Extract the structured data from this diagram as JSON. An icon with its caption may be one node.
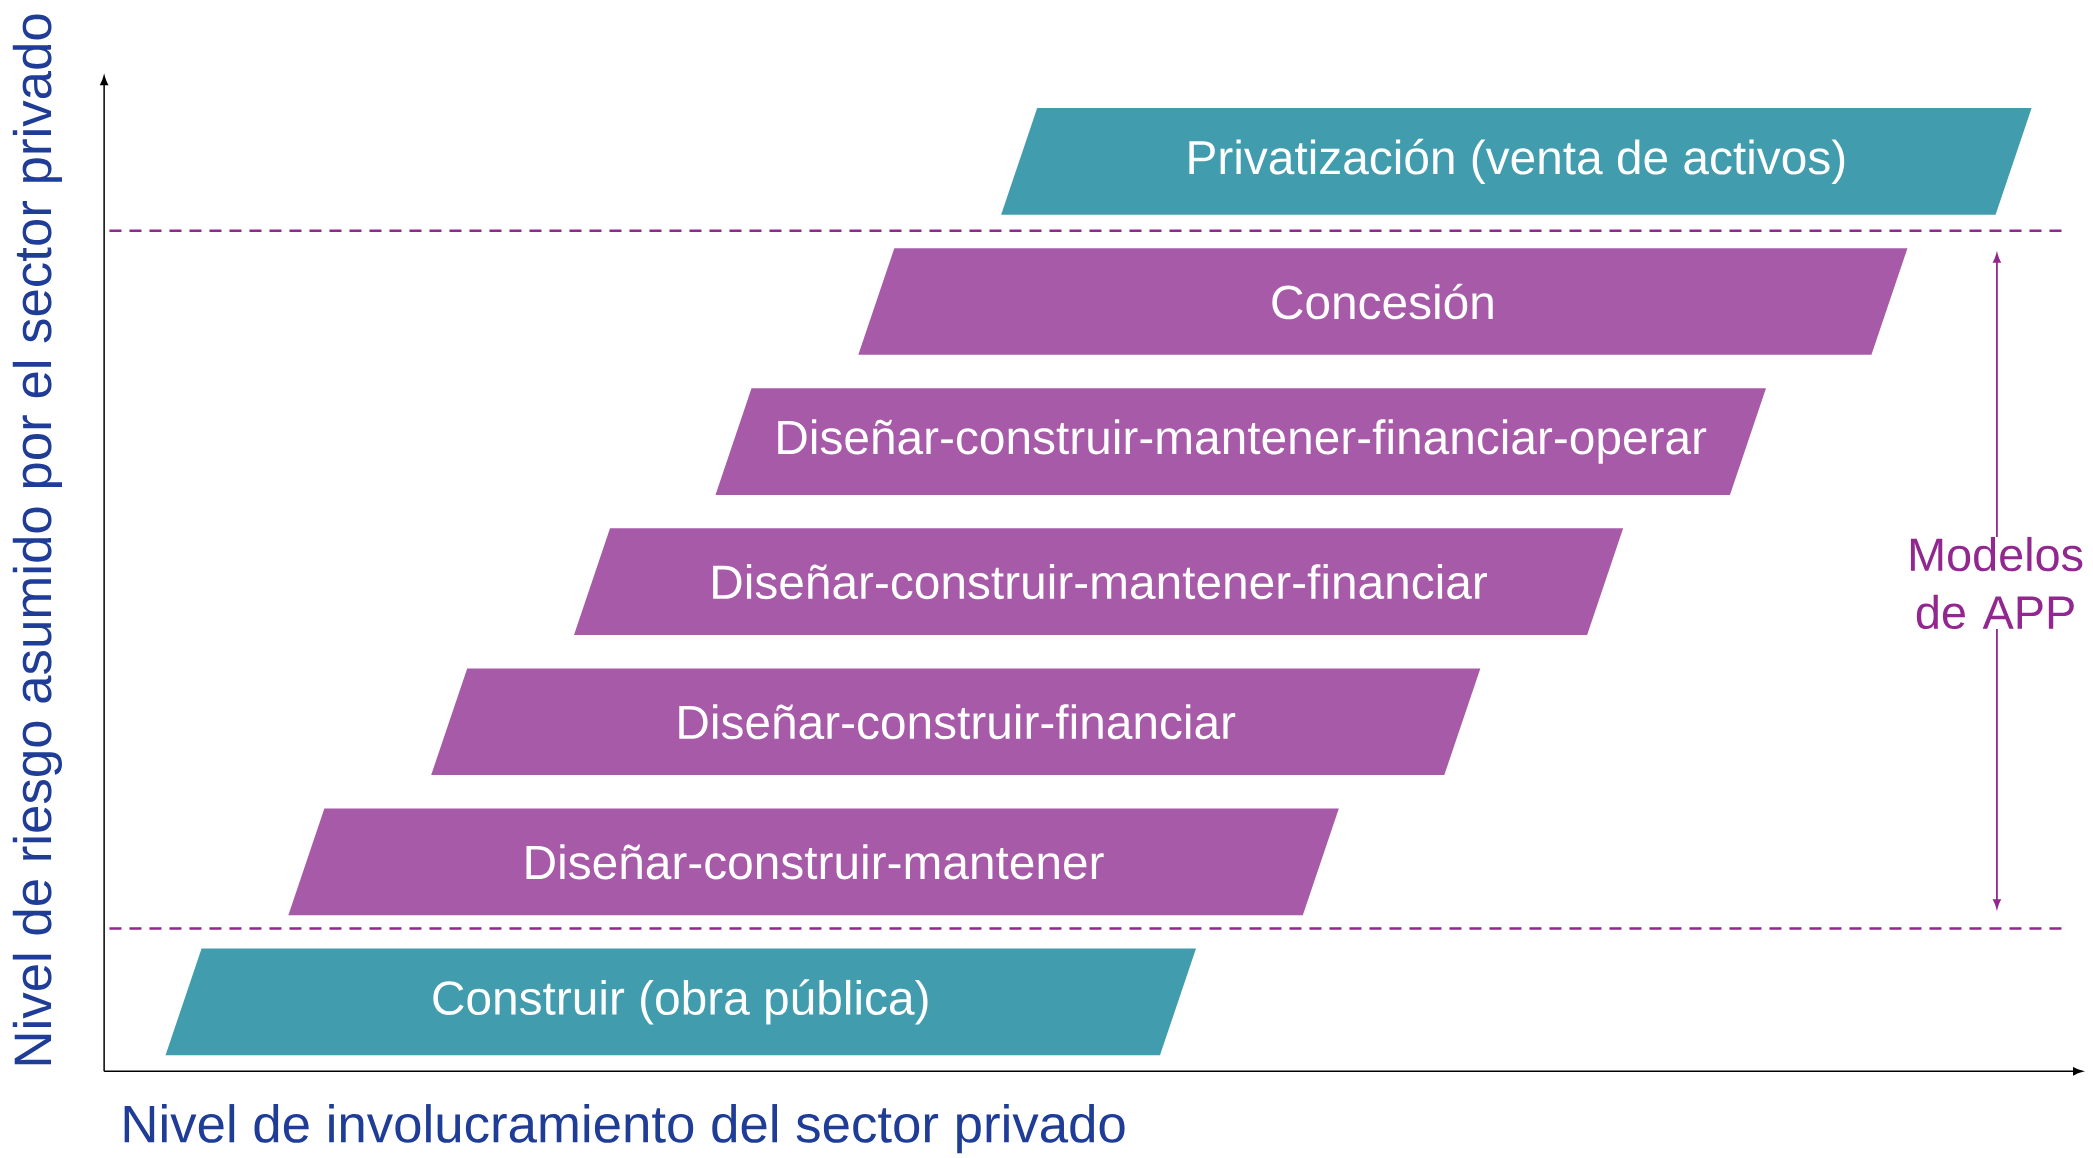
{
  "diagram": {
    "nodes": [
      {
        "text": [
          "Privatización (venta de activos)"
        ]
      },
      {
        "text": [
          "Concesión"
        ]
      },
      {
        "text": [
          "Diseñar-construir-mantener-financiar-operar"
        ]
      },
      {
        "text": [
          "Diseñar-construir-mantener-financiar"
        ]
      },
      {
        "text": [
          "Diseñar-construir-financiar"
        ]
      },
      {
        "text": [
          "Diseñar-construir-mantener"
        ]
      },
      {
        "text": [
          "Construir (obra pública)"
        ]
      }
    ],
    "labels": [
      "Nivel de riesgo asumido por el sector privado",
      "Modelos de APP",
      "Nivel de involucramiento del sector privado"
    ]
  }
}
